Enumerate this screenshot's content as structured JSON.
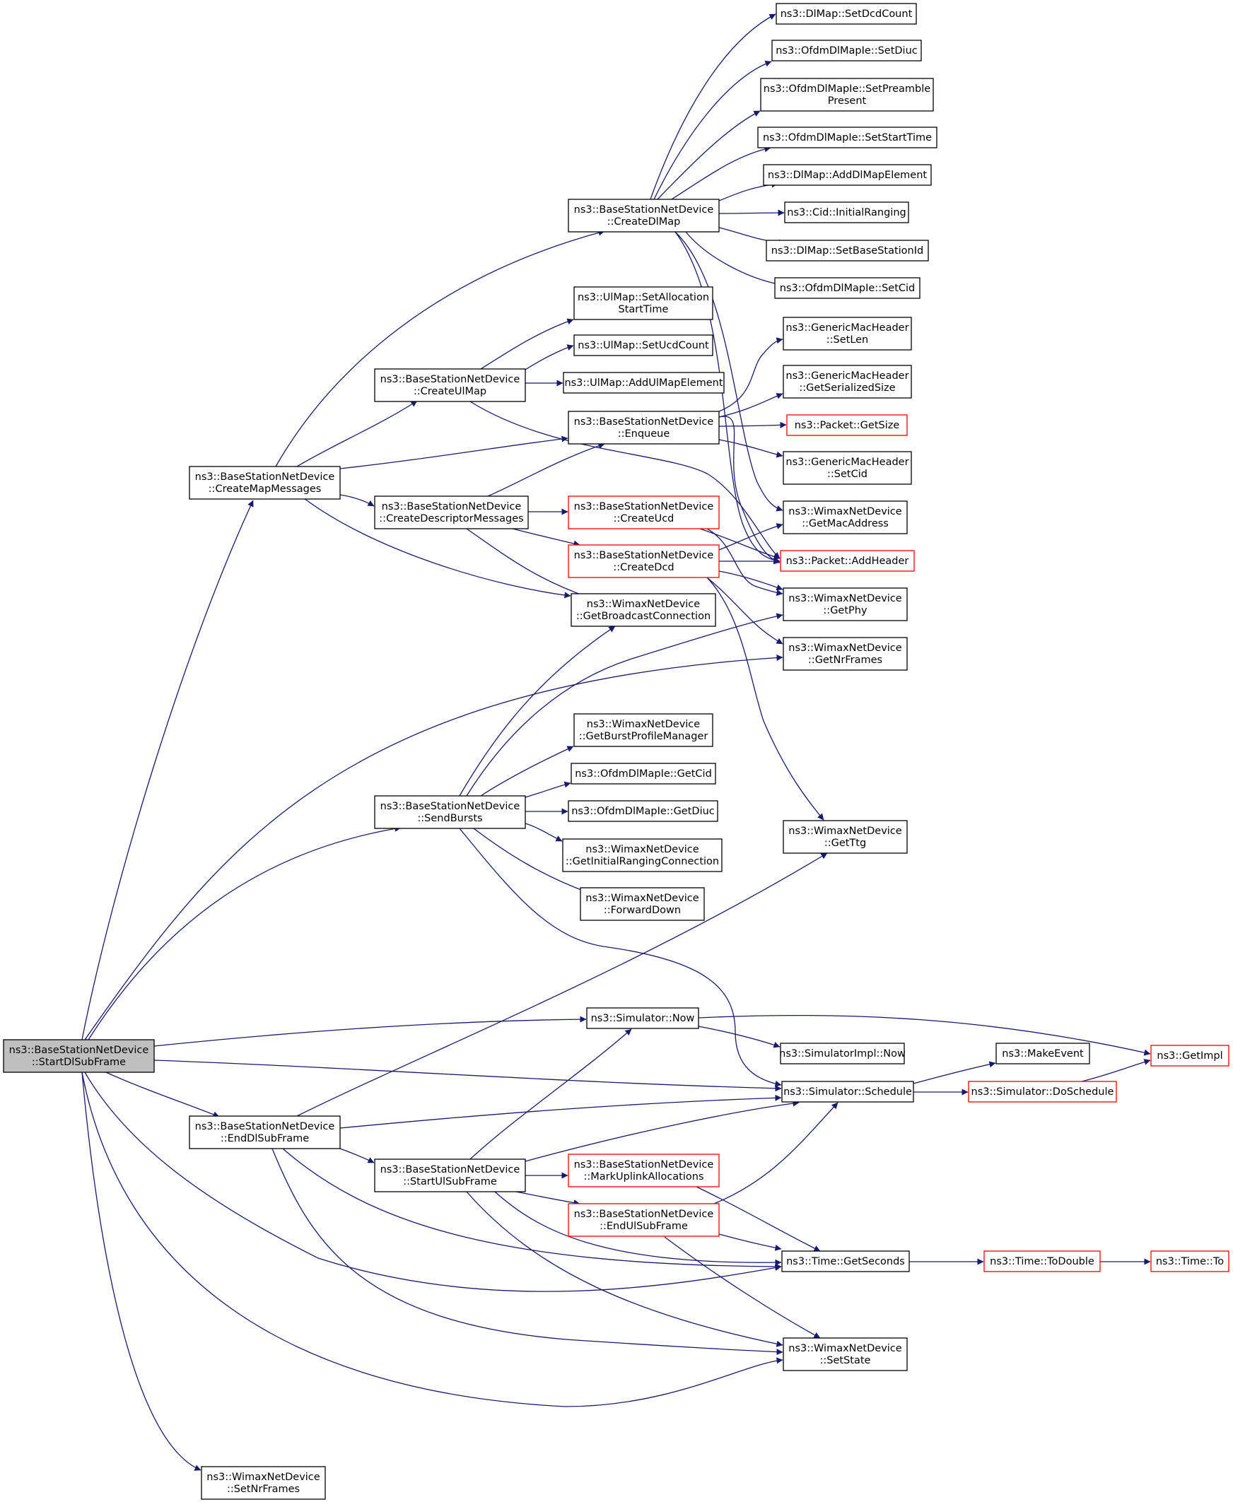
{
  "colors": {
    "edge": "#191970",
    "node_border": "#000000",
    "node_border_partial": "#ff0000",
    "root_fill": "#bfbfbf",
    "node_fill": "#ffffff"
  },
  "nodes": [
    {
      "id": "start_dl",
      "lines": [
        "ns3::BaseStationNetDevice",
        "::StartDlSubFrame"
      ],
      "style": "root"
    },
    {
      "id": "create_map",
      "lines": [
        "ns3::BaseStationNetDevice",
        "::CreateMapMessages"
      ],
      "style": "normal"
    },
    {
      "id": "create_dlmap",
      "lines": [
        "ns3::BaseStationNetDevice",
        "::CreateDlMap"
      ],
      "style": "normal"
    },
    {
      "id": "dlmap_setdcd",
      "lines": [
        "ns3::DlMap::SetDcdCount"
      ],
      "style": "normal"
    },
    {
      "id": "ofdm_setdiuc",
      "lines": [
        "ns3::OfdmDlMapIe::SetDiuc"
      ],
      "style": "normal"
    },
    {
      "id": "ofdm_setpreamble",
      "lines": [
        "ns3::OfdmDlMapIe::SetPreamble",
        "Present"
      ],
      "style": "normal"
    },
    {
      "id": "ofdm_setstart",
      "lines": [
        "ns3::OfdmDlMapIe::SetStartTime"
      ],
      "style": "normal"
    },
    {
      "id": "dlmap_add",
      "lines": [
        "ns3::DlMap::AddDlMapElement"
      ],
      "style": "normal"
    },
    {
      "id": "cid_initial",
      "lines": [
        "ns3::Cid::InitialRanging"
      ],
      "style": "normal"
    },
    {
      "id": "dlmap_setbs",
      "lines": [
        "ns3::DlMap::SetBaseStationId"
      ],
      "style": "normal"
    },
    {
      "id": "ofdm_setcid",
      "lines": [
        "ns3::OfdmDlMapIe::SetCid"
      ],
      "style": "normal"
    },
    {
      "id": "ulmap_setalloc",
      "lines": [
        "ns3::UlMap::SetAllocation",
        "StartTime"
      ],
      "style": "normal"
    },
    {
      "id": "ulmap_setucd",
      "lines": [
        "ns3::UlMap::SetUcdCount"
      ],
      "style": "normal"
    },
    {
      "id": "create_ulmap",
      "lines": [
        "ns3::BaseStationNetDevice",
        "::CreateUlMap"
      ],
      "style": "normal"
    },
    {
      "id": "ulmap_add",
      "lines": [
        "ns3::UlMap::AddUlMapElement"
      ],
      "style": "normal"
    },
    {
      "id": "gmh_setlen",
      "lines": [
        "ns3::GenericMacHeader",
        "::SetLen"
      ],
      "style": "normal"
    },
    {
      "id": "gmh_getser",
      "lines": [
        "ns3::GenericMacHeader",
        "::GetSerializedSize"
      ],
      "style": "normal"
    },
    {
      "id": "enqueue",
      "lines": [
        "ns3::BaseStationNetDevice",
        "::Enqueue"
      ],
      "style": "normal"
    },
    {
      "id": "packet_getsize",
      "lines": [
        "ns3::Packet::GetSize"
      ],
      "style": "partial"
    },
    {
      "id": "gmh_setcid",
      "lines": [
        "ns3::GenericMacHeader",
        "::SetCid"
      ],
      "style": "normal"
    },
    {
      "id": "create_desc",
      "lines": [
        "ns3::BaseStationNetDevice",
        "::CreateDescriptorMessages"
      ],
      "style": "normal"
    },
    {
      "id": "create_ucd",
      "lines": [
        "ns3::BaseStationNetDevice",
        "::CreateUcd"
      ],
      "style": "partial"
    },
    {
      "id": "wimax_getmac",
      "lines": [
        "ns3::WimaxNetDevice",
        "::GetMacAddress"
      ],
      "style": "normal"
    },
    {
      "id": "packet_addheader",
      "lines": [
        "ns3::Packet::AddHeader"
      ],
      "style": "partial"
    },
    {
      "id": "create_dcd",
      "lines": [
        "ns3::BaseStationNetDevice",
        "::CreateDcd"
      ],
      "style": "partial"
    },
    {
      "id": "wimax_getbcast",
      "lines": [
        "ns3::WimaxNetDevice",
        "::GetBroadcastConnection"
      ],
      "style": "normal"
    },
    {
      "id": "wimax_getphy",
      "lines": [
        "ns3::WimaxNetDevice",
        "::GetPhy"
      ],
      "style": "normal"
    },
    {
      "id": "wimax_getnr",
      "lines": [
        "ns3::WimaxNetDevice",
        "::GetNrFrames"
      ],
      "style": "normal"
    },
    {
      "id": "wimax_getburst",
      "lines": [
        "ns3::WimaxNetDevice",
        "::GetBurstProfileManager"
      ],
      "style": "normal"
    },
    {
      "id": "ofdm_getcid",
      "lines": [
        "ns3::OfdmDlMapIe::GetCid"
      ],
      "style": "normal"
    },
    {
      "id": "send_bursts",
      "lines": [
        "ns3::BaseStationNetDevice",
        "::SendBursts"
      ],
      "style": "normal"
    },
    {
      "id": "ofdm_getdiuc",
      "lines": [
        "ns3::OfdmDlMapIe::GetDiuc"
      ],
      "style": "normal"
    },
    {
      "id": "wimax_getttg",
      "lines": [
        "ns3::WimaxNetDevice",
        "::GetTtg"
      ],
      "style": "normal"
    },
    {
      "id": "wimax_getinit",
      "lines": [
        "ns3::WimaxNetDevice",
        "::GetInitialRangingConnection"
      ],
      "style": "normal"
    },
    {
      "id": "wimax_fwd",
      "lines": [
        "ns3::WimaxNetDevice",
        "::ForwardDown"
      ],
      "style": "normal"
    },
    {
      "id": "sim_now",
      "lines": [
        "ns3::Simulator::Now"
      ],
      "style": "normal"
    },
    {
      "id": "simimpl_now",
      "lines": [
        "ns3::SimulatorImpl::Now"
      ],
      "style": "normal"
    },
    {
      "id": "make_event",
      "lines": [
        "ns3::MakeEvent"
      ],
      "style": "normal"
    },
    {
      "id": "get_impl",
      "lines": [
        "ns3::GetImpl"
      ],
      "style": "partial"
    },
    {
      "id": "sim_schedule",
      "lines": [
        "ns3::Simulator::Schedule"
      ],
      "style": "normal"
    },
    {
      "id": "sim_dosched",
      "lines": [
        "ns3::Simulator::DoSchedule"
      ],
      "style": "partial"
    },
    {
      "id": "end_dl",
      "lines": [
        "ns3::BaseStationNetDevice",
        "::EndDlSubFrame"
      ],
      "style": "normal"
    },
    {
      "id": "start_ul",
      "lines": [
        "ns3::BaseStationNetDevice",
        "::StartUlSubFrame"
      ],
      "style": "normal"
    },
    {
      "id": "mark_ul",
      "lines": [
        "ns3::BaseStationNetDevice",
        "::MarkUplinkAllocations"
      ],
      "style": "partial"
    },
    {
      "id": "end_ul",
      "lines": [
        "ns3::BaseStationNetDevice",
        "::EndUlSubFrame"
      ],
      "style": "partial"
    },
    {
      "id": "time_getsec",
      "lines": [
        "ns3::Time::GetSeconds"
      ],
      "style": "normal"
    },
    {
      "id": "time_todouble",
      "lines": [
        "ns3::Time::ToDouble"
      ],
      "style": "partial"
    },
    {
      "id": "time_to",
      "lines": [
        "ns3::Time::To"
      ],
      "style": "partial"
    },
    {
      "id": "wimax_setstate",
      "lines": [
        "ns3::WimaxNetDevice",
        "::SetState"
      ],
      "style": "normal"
    },
    {
      "id": "wimax_setnr",
      "lines": [
        "ns3::WimaxNetDevice",
        "::SetNrFrames"
      ],
      "style": "normal"
    }
  ],
  "edges": [
    [
      "start_dl",
      "create_map"
    ],
    [
      "start_dl",
      "wimax_getnr"
    ],
    [
      "start_dl",
      "send_bursts"
    ],
    [
      "start_dl",
      "sim_now"
    ],
    [
      "start_dl",
      "sim_schedule"
    ],
    [
      "start_dl",
      "end_dl"
    ],
    [
      "start_dl",
      "time_getsec"
    ],
    [
      "start_dl",
      "wimax_setstate"
    ],
    [
      "start_dl",
      "wimax_setnr"
    ],
    [
      "create_map",
      "create_dlmap"
    ],
    [
      "create_map",
      "create_ulmap"
    ],
    [
      "create_map",
      "enqueue"
    ],
    [
      "create_map",
      "create_desc"
    ],
    [
      "create_map",
      "wimax_getbcast"
    ],
    [
      "create_dlmap",
      "dlmap_setdcd"
    ],
    [
      "create_dlmap",
      "ofdm_setdiuc"
    ],
    [
      "create_dlmap",
      "ofdm_setpreamble"
    ],
    [
      "create_dlmap",
      "ofdm_setstart"
    ],
    [
      "create_dlmap",
      "dlmap_add"
    ],
    [
      "create_dlmap",
      "cid_initial"
    ],
    [
      "create_dlmap",
      "dlmap_setbs"
    ],
    [
      "create_dlmap",
      "ofdm_setcid"
    ],
    [
      "create_dlmap",
      "wimax_getmac"
    ],
    [
      "create_dlmap",
      "packet_addheader"
    ],
    [
      "create_ulmap",
      "ulmap_setalloc"
    ],
    [
      "create_ulmap",
      "ulmap_setucd"
    ],
    [
      "create_ulmap",
      "ulmap_add"
    ],
    [
      "create_ulmap",
      "packet_addheader"
    ],
    [
      "enqueue",
      "gmh_setlen"
    ],
    [
      "enqueue",
      "gmh_getser"
    ],
    [
      "enqueue",
      "packet_getsize"
    ],
    [
      "enqueue",
      "gmh_setcid"
    ],
    [
      "enqueue",
      "packet_addheader"
    ],
    [
      "create_desc",
      "enqueue"
    ],
    [
      "create_desc",
      "create_ucd"
    ],
    [
      "create_desc",
      "create_dcd"
    ],
    [
      "create_desc",
      "wimax_getbcast"
    ],
    [
      "create_ucd",
      "packet_addheader"
    ],
    [
      "create_ucd",
      "wimax_getphy"
    ],
    [
      "create_dcd",
      "wimax_getmac"
    ],
    [
      "create_dcd",
      "packet_addheader"
    ],
    [
      "create_dcd",
      "wimax_getphy"
    ],
    [
      "create_dcd",
      "wimax_getnr"
    ],
    [
      "create_dcd",
      "wimax_getttg"
    ],
    [
      "send_bursts",
      "wimax_getbcast"
    ],
    [
      "send_bursts",
      "wimax_getphy"
    ],
    [
      "send_bursts",
      "wimax_getburst"
    ],
    [
      "send_bursts",
      "ofdm_getcid"
    ],
    [
      "send_bursts",
      "ofdm_getdiuc"
    ],
    [
      "send_bursts",
      "wimax_getinit"
    ],
    [
      "send_bursts",
      "wimax_fwd"
    ],
    [
      "send_bursts",
      "sim_schedule"
    ],
    [
      "sim_now",
      "simimpl_now"
    ],
    [
      "sim_now",
      "get_impl"
    ],
    [
      "sim_schedule",
      "make_event"
    ],
    [
      "sim_schedule",
      "sim_dosched"
    ],
    [
      "sim_dosched",
      "get_impl"
    ],
    [
      "end_dl",
      "wimax_getttg"
    ],
    [
      "end_dl",
      "sim_schedule"
    ],
    [
      "end_dl",
      "start_ul"
    ],
    [
      "end_dl",
      "time_getsec"
    ],
    [
      "end_dl",
      "wimax_setstate"
    ],
    [
      "start_ul",
      "sim_now"
    ],
    [
      "start_ul",
      "sim_schedule"
    ],
    [
      "start_ul",
      "mark_ul"
    ],
    [
      "start_ul",
      "end_ul"
    ],
    [
      "start_ul",
      "time_getsec"
    ],
    [
      "start_ul",
      "wimax_setstate"
    ],
    [
      "mark_ul",
      "time_getsec"
    ],
    [
      "end_ul",
      "sim_schedule"
    ],
    [
      "end_ul",
      "time_getsec"
    ],
    [
      "end_ul",
      "wimax_setstate"
    ],
    [
      "time_getsec",
      "time_todouble"
    ],
    [
      "time_todouble",
      "time_to"
    ]
  ]
}
